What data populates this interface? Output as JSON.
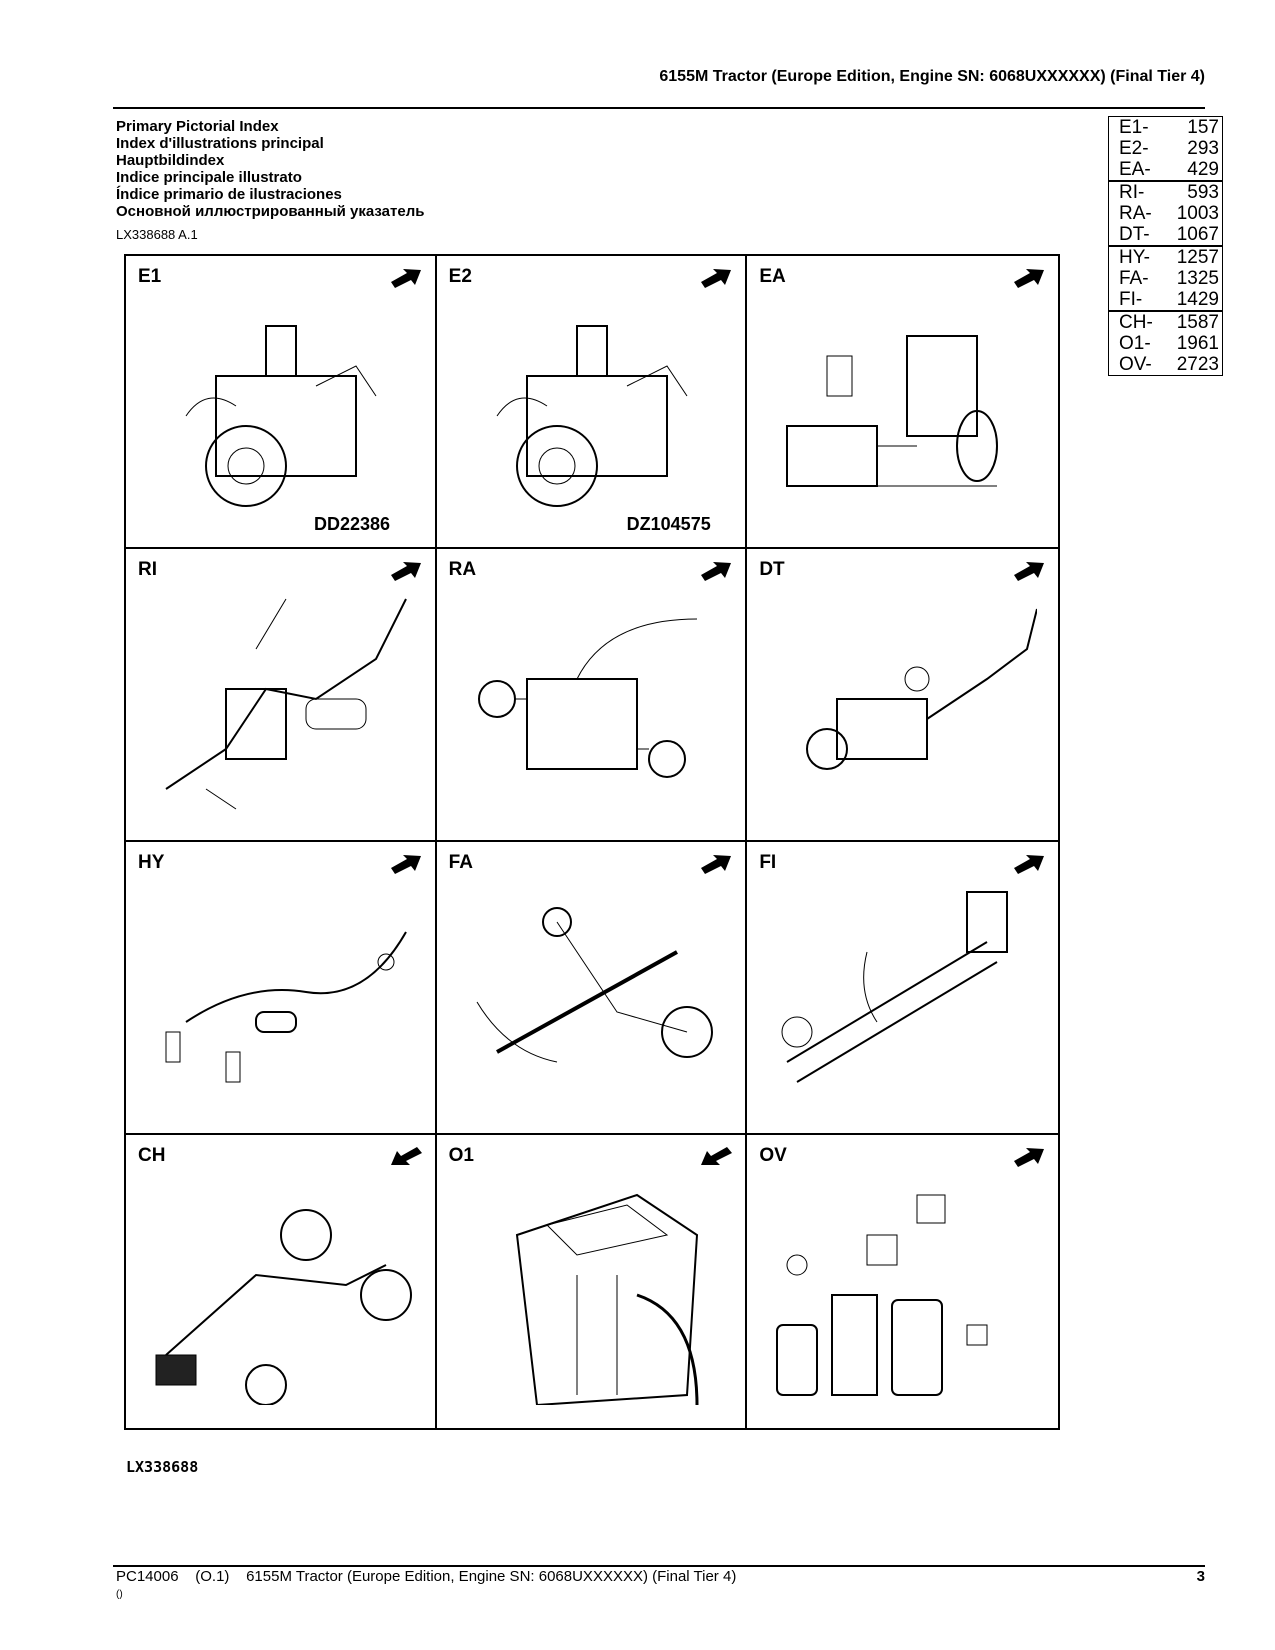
{
  "header": {
    "title": "6155M Tractor (Europe Edition, Engine SN: 6068UXXXXXX) (Final Tier 4)"
  },
  "titles": [
    "Primary Pictorial Index",
    "Index d'illustrations principal",
    "Hauptbildindex",
    "Indice principale illustrato",
    "Índice primario de ilustraciones",
    "Основной иллюстрированный указатель"
  ],
  "figure_ref": "LX338688 A.1",
  "page_index": [
    [
      {
        "code": "E1-",
        "page": "157"
      },
      {
        "code": "E2-",
        "page": "293"
      },
      {
        "code": "EA-",
        "page": "429"
      }
    ],
    [
      {
        "code": "RI-",
        "page": "593"
      },
      {
        "code": "RA-",
        "page": "1003"
      },
      {
        "code": "DT-",
        "page": "1067"
      }
    ],
    [
      {
        "code": "HY-",
        "page": "1257"
      },
      {
        "code": "FA-",
        "page": "1325"
      },
      {
        "code": "FI-",
        "page": "1429"
      }
    ],
    [
      {
        "code": "CH-",
        "page": "1587"
      },
      {
        "code": "O1-",
        "page": "1961"
      },
      {
        "code": "OV-",
        "page": "2723"
      }
    ]
  ],
  "cells": [
    {
      "label": "E1",
      "code": "DD22386",
      "icon": "engine-icon",
      "arrow": "right"
    },
    {
      "label": "E2",
      "code": "DZ104575",
      "icon": "engine-icon",
      "arrow": "right"
    },
    {
      "label": "EA",
      "code": "",
      "icon": "exhaust-aftertreatment-icon",
      "arrow": "right"
    },
    {
      "label": "RI",
      "code": "",
      "icon": "rear-hitch-icon",
      "arrow": "right"
    },
    {
      "label": "RA",
      "code": "",
      "icon": "rear-axle-icon",
      "arrow": "right"
    },
    {
      "label": "DT",
      "code": "",
      "icon": "drivetrain-icon",
      "arrow": "right"
    },
    {
      "label": "HY",
      "code": "",
      "icon": "hydraulics-icon",
      "arrow": "right"
    },
    {
      "label": "FA",
      "code": "",
      "icon": "front-axle-icon",
      "arrow": "right"
    },
    {
      "label": "FI",
      "code": "",
      "icon": "frame-harness-icon",
      "arrow": "right"
    },
    {
      "label": "CH",
      "code": "",
      "icon": "chassis-icon",
      "arrow": "left"
    },
    {
      "label": "O1",
      "code": "",
      "icon": "cab-icon",
      "arrow": "left"
    },
    {
      "label": "OV",
      "code": "",
      "icon": "service-parts-icon",
      "arrow": "right"
    }
  ],
  "bottom_code": "LX338688",
  "footer": {
    "doc": "PC14006",
    "rev": "(O.1)",
    "title": "6155M Tractor (Europe Edition, Engine SN: 6068UXXXXXX) (Final Tier 4)",
    "sub": "()",
    "page": "3"
  }
}
